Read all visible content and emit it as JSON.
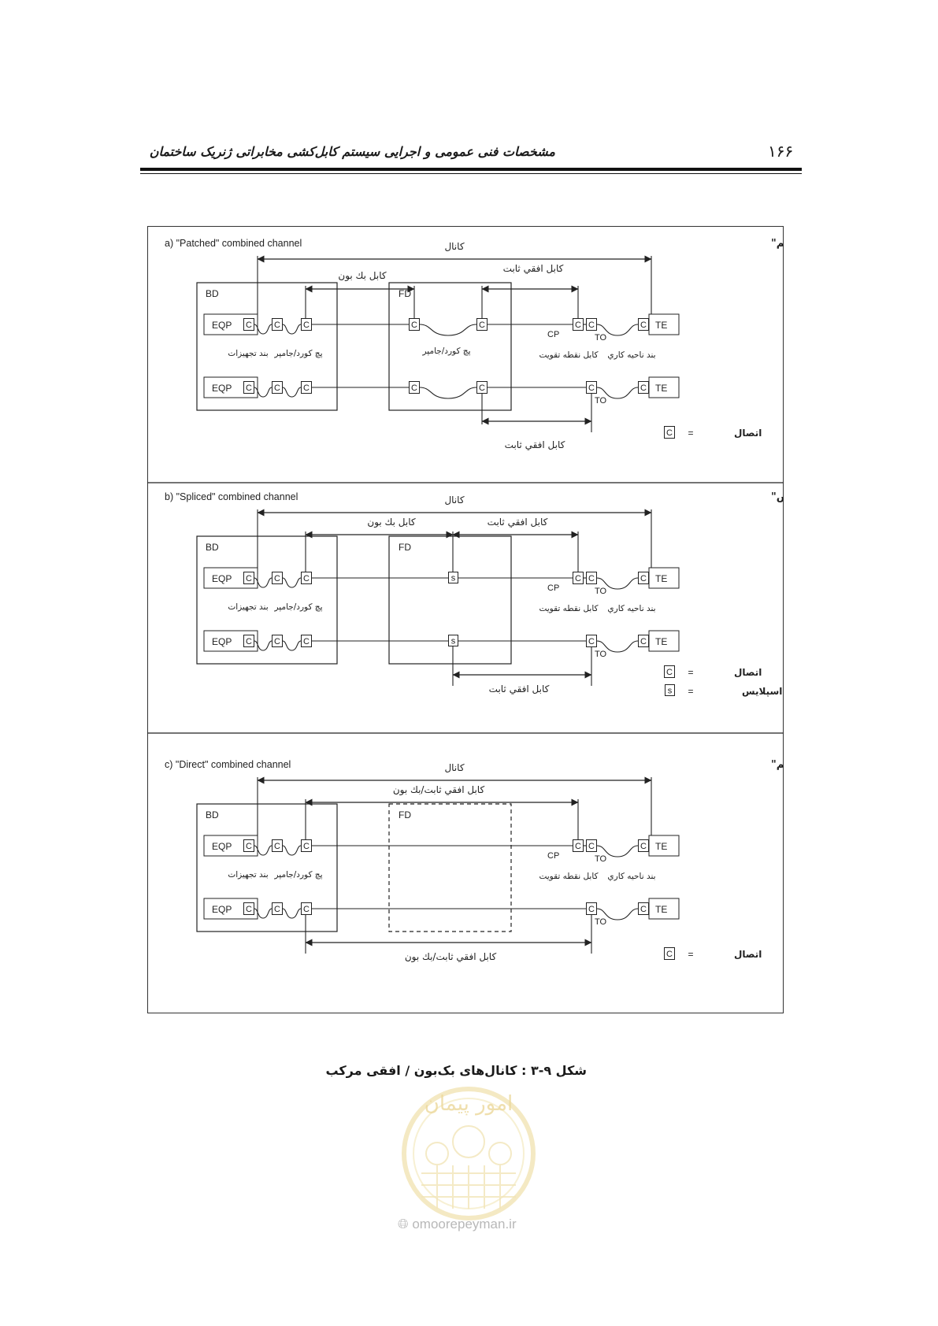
{
  "page": {
    "number": "۱۶۶",
    "running_header": "مشخصات فنی عمومی و اجرایی سیستم کابل‌کشی مخابراتی ژنریک ساختمان",
    "caption": "شکل ۹-۳ : کانال‌های بک‌بون / افقی مرکب"
  },
  "labels": {
    "channel": "كانال",
    "backbone_cable": "كابل بك بون",
    "fixed_horizontal_cable": "كابل افقي ثابت",
    "fixed_horizontal_backbone": "كابل افقي ثابت/بك بون",
    "patch_cord_jumper": "پچ كورد/جامپر",
    "equipment_cord": "بند تجهيزات",
    "cp_cable": "كابل نقطه تقويت",
    "work_area_cord": "بند ناحيه كاري",
    "legend_connection": "اتصال",
    "legend_splice": "اسپلايس",
    "equals": "=",
    "bd": "BD",
    "fd": "FD",
    "eqp": "EQP",
    "te": "TE",
    "cp": "CP",
    "to": "TO",
    "c": "C",
    "s": "s"
  },
  "panels": [
    {
      "title_en": "a) \"Patched\" combined channel",
      "title_fa": "الف-كانال مركب\"سرهم\""
    },
    {
      "title_en": "b) \"Spliced\" combined channel",
      "title_fa": "ب-كانال مركب\"اسپلايس\""
    },
    {
      "title_en": "c) \"Direct\" combined channel",
      "title_fa": "پ-كانال مركب\"مستقيم\""
    }
  ],
  "watermark": {
    "url": "omoorepeyman.ir",
    "logo_text": "امور پیمان"
  }
}
